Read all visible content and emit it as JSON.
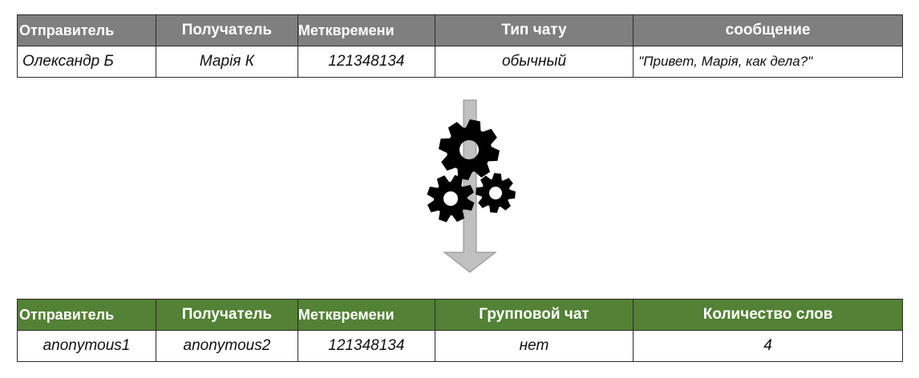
{
  "top_table": {
    "headers": [
      "Отправитель",
      "Получатель",
      "Метквремени",
      "Тип чату",
      "сообщение"
    ],
    "row": [
      "Олександр Б",
      "Марія К",
      "121348134",
      "обычный",
      "\"Привет, Марія, как дела?\""
    ]
  },
  "bottom_table": {
    "headers": [
      "Отправитель",
      "Получатель",
      "Метквремени",
      "Групповой чат",
      "Количество слов"
    ],
    "row": [
      "anonymous1",
      "anonymous2",
      "121348134",
      "нет",
      "4"
    ]
  },
  "colors": {
    "top_header": "#7f7f7f",
    "bottom_header": "#538135",
    "arrow": "#c0c0c0",
    "gears": "#000000"
  },
  "icons": [
    "down-arrow-icon",
    "gear-icon"
  ]
}
